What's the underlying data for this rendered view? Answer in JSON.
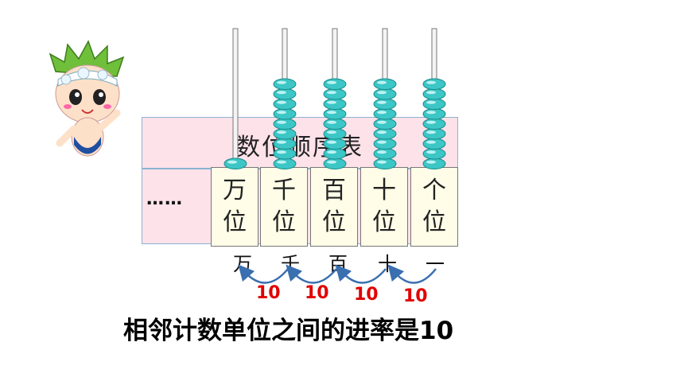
{
  "table": {
    "title": "数位顺序表",
    "ellipsis": "……",
    "places": [
      {
        "top": "万",
        "bottom": "位"
      },
      {
        "top": "千",
        "bottom": "位"
      },
      {
        "top": "百",
        "bottom": "位"
      },
      {
        "top": "十",
        "bottom": "位"
      },
      {
        "top": "个",
        "bottom": "位"
      }
    ]
  },
  "abacus": {
    "bead_color": "#3cc6c6",
    "bead_counts": [
      1,
      9,
      9,
      9,
      9
    ]
  },
  "units": [
    "万",
    "千",
    "百",
    "十",
    "一"
  ],
  "rates": [
    "10",
    "10",
    "10",
    "10"
  ],
  "arrow_color": "#3a6fb0",
  "conclusion": "相邻计数单位之间的进率是10"
}
